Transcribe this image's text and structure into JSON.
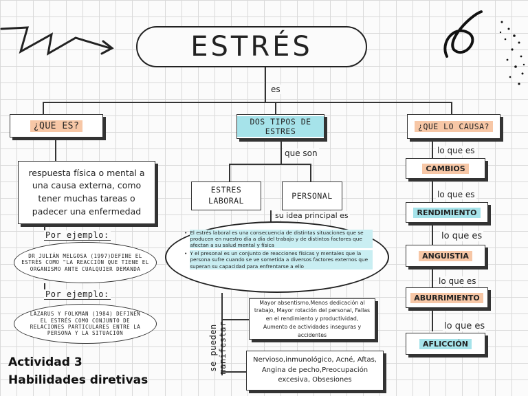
{
  "title": "ESTRÉS",
  "connector_es": "es",
  "left": {
    "header": "¿QUE ES?",
    "definition": "respuesta física o mental a una causa externa, como tener muchas tareas o padecer una enfermedad",
    "example1_label": "Por ejemplo:",
    "example1_text": "DR JULIÁN MELGOSA (1997)DEFINE EL ESTRÉS COMO \"LA REACCIÓN QUE TIENE EL ORGANISMO ANTE CUALQUIER DEMANDA",
    "example2_label": "Por ejemplo:",
    "example2_text": "LAZARUS Y FOLKMAN (1984) DEFINEN EL ESTRÉS COMO CONJUNTO DE RELACIONES PARTICULARES ENTRE LA PERSONA Y LA SITUACIÓN"
  },
  "center": {
    "header": "DOS TIPOS DE ESTRES",
    "connector": "que son",
    "type1": "ESTRES LABORAL",
    "type2": "PERSONAL",
    "idea_label": "su idea principal es",
    "bullet1": "El estrés laboral es una consecuencia de distintas situaciones que se producen en nuestro día a día del trabajo y de distintos factores que afectan a su salud mental y física",
    "bullet2": "Y el presonal es un conjunto de reacciones físicas y mentales que la persona sufre cuando se ve sometida a diversos factores externos que superan su capacidad para enfrentarse a ello",
    "manifest_label": "se pueden manifestar",
    "manifest1": "Mayor absentismo,Menos dedicación al trabajo, Mayor rotación del personal, Fallas en el rendimiento y productividad, Aumento de actividades inseguras y accidentes",
    "manifest2": "Nervioso,inmunológico, Acné, Aftas, Angina de pecho,Preocupación excesiva, Obsesiones"
  },
  "right": {
    "header": "¿QUE LO CAUSA?",
    "connector": "lo que es",
    "causes": [
      "CAMBIOS",
      "RENDIMIENTO",
      "ANGUISTIA",
      "ABURRIMIENTO",
      "AFLICCIÓN"
    ],
    "cause_colors": [
      "#f7c7a6",
      "#a6e3ea",
      "#f7c7a6",
      "#f7c7a6",
      "#a6e3ea"
    ]
  },
  "footer": {
    "line1": "Actividad 3",
    "line2": "Habilidades diretivas"
  }
}
